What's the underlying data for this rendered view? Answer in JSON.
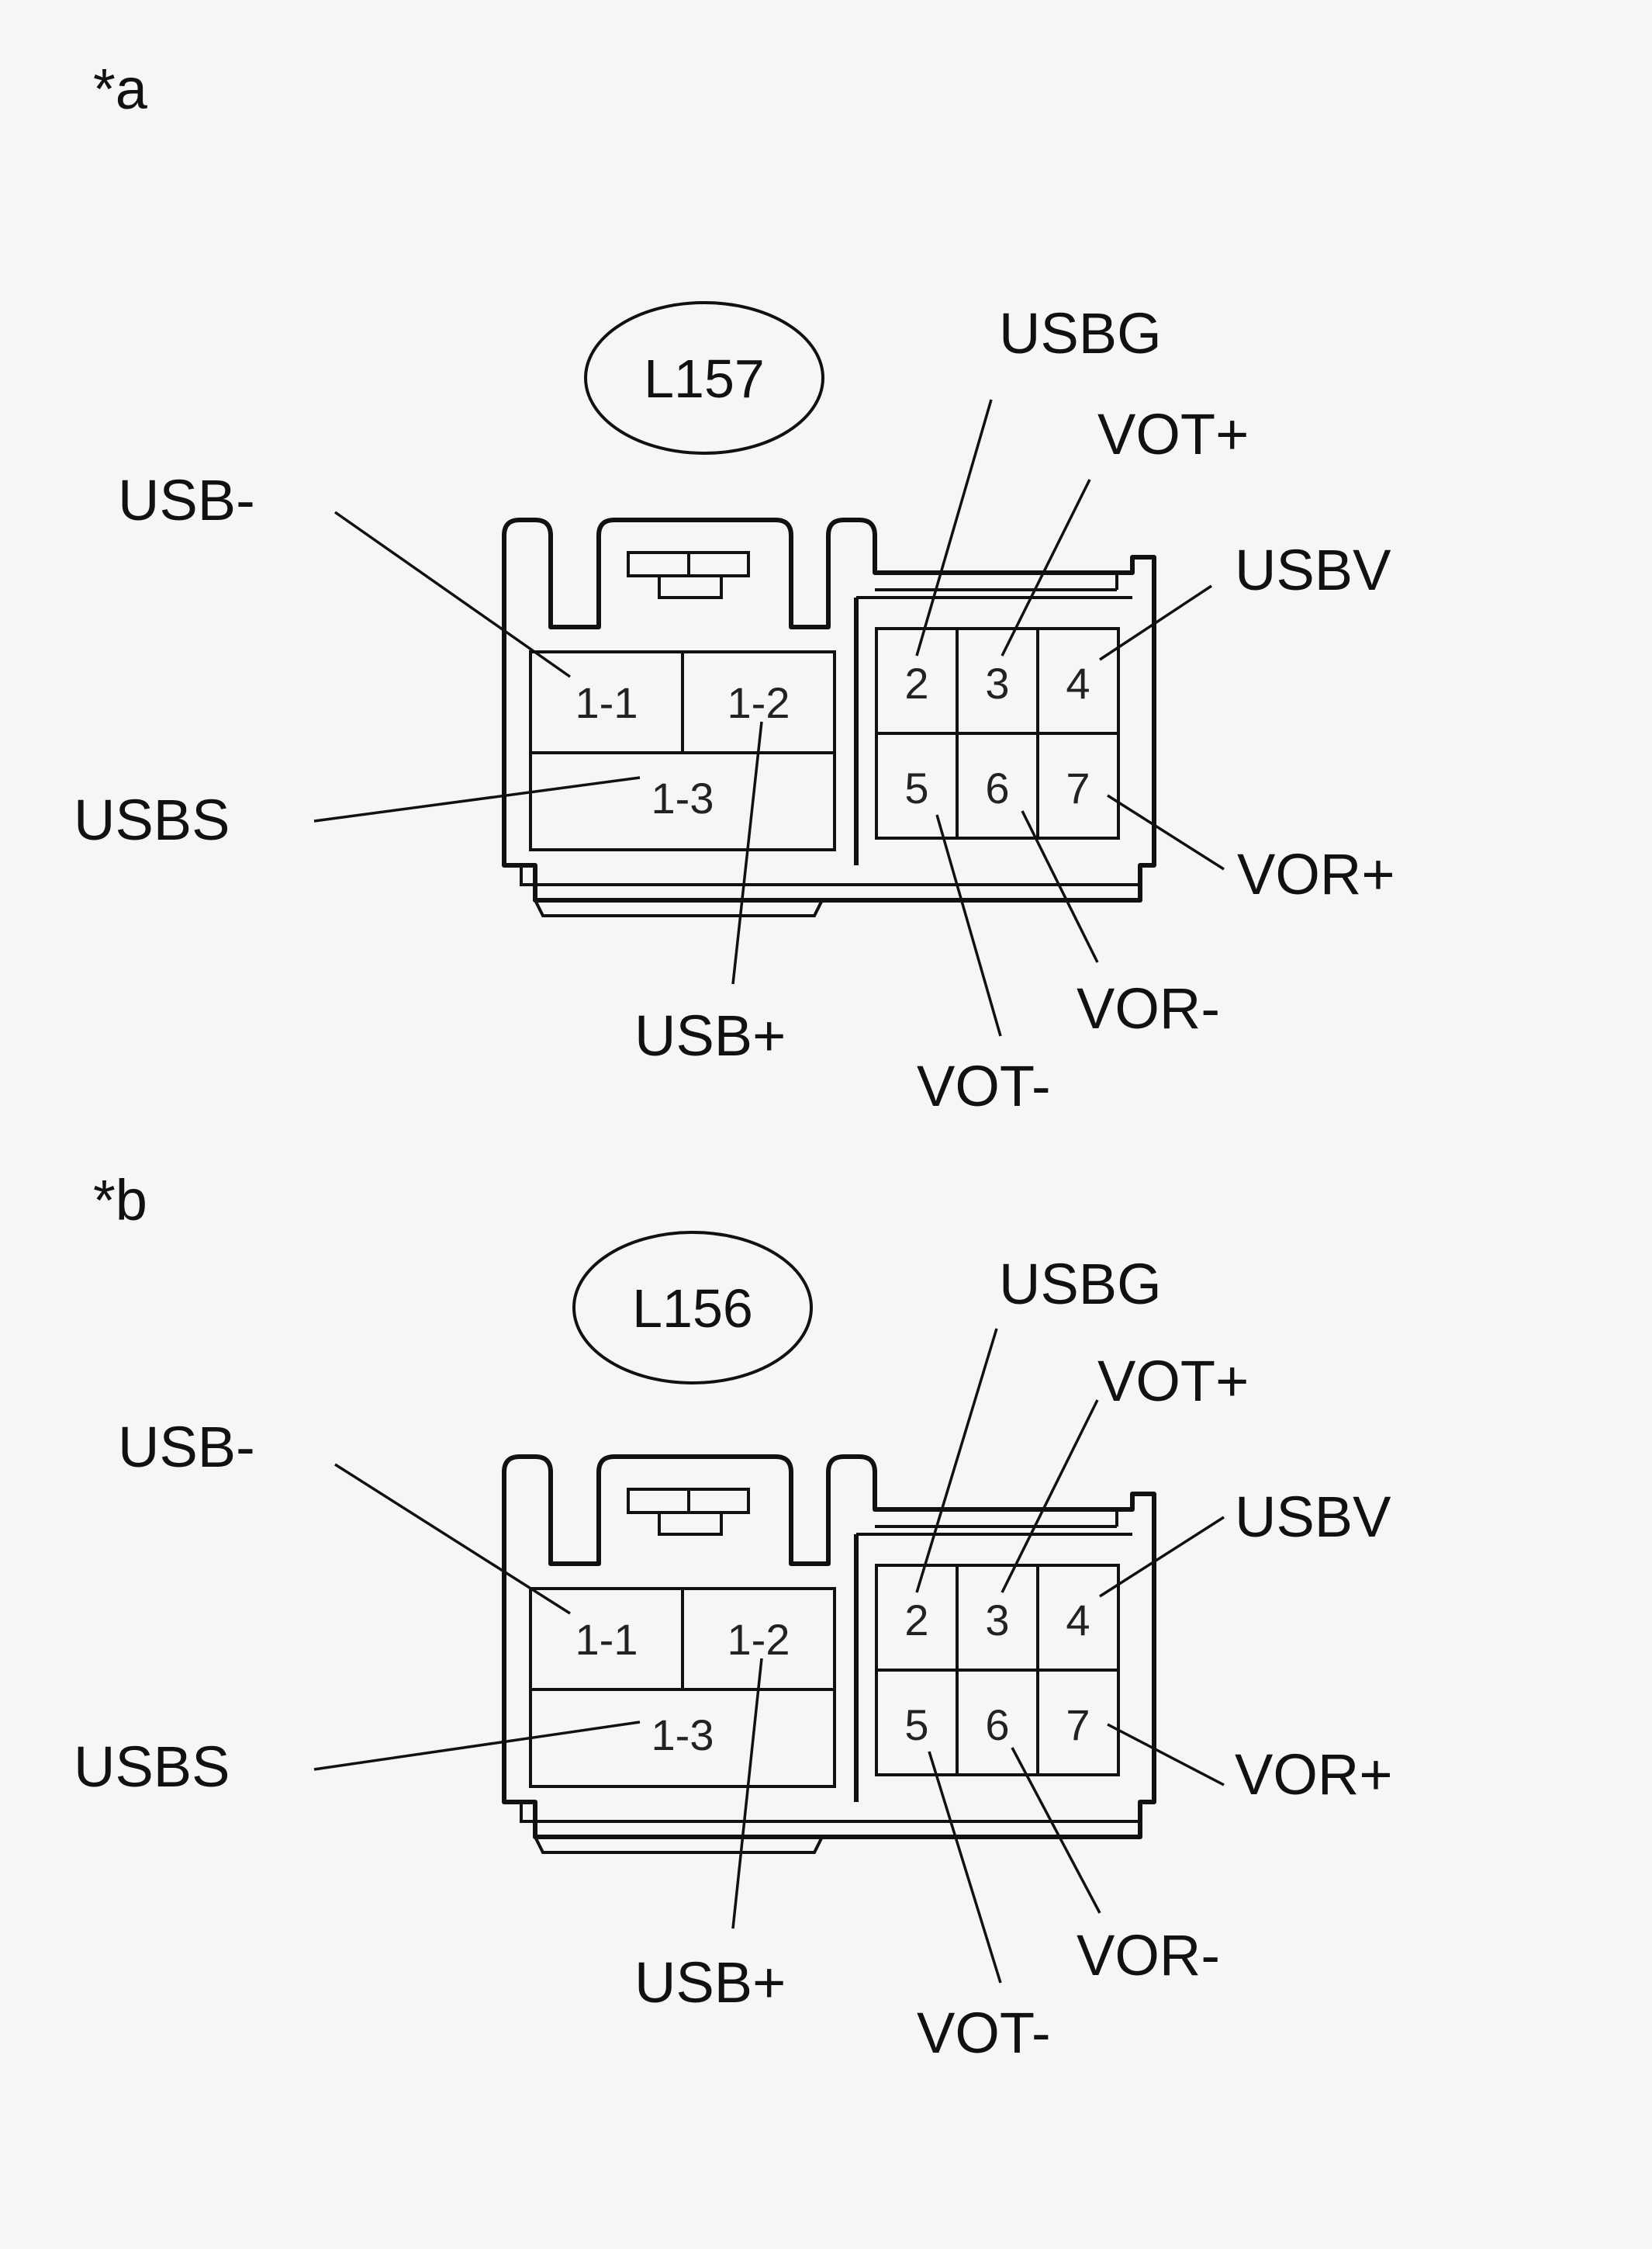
{
  "connectors": [
    {
      "tag": "*a",
      "id": "L157",
      "pins": {
        "p1_1": "1-1",
        "p1_2": "1-2",
        "p1_3": "1-3",
        "p2": "2",
        "p3": "3",
        "p4": "4",
        "p5": "5",
        "p6": "6",
        "p7": "7"
      },
      "labels": {
        "usb_minus": "USB-",
        "usbs": "USBS",
        "usb_plus": "USB+",
        "usbg": "USBG",
        "vot_plus": "VOT+",
        "usbv": "USBV",
        "vor_plus": "VOR+",
        "vor_minus": "VOR-",
        "vot_minus": "VOT-"
      }
    },
    {
      "tag": "*b",
      "id": "L156",
      "pins": {
        "p1_1": "1-1",
        "p1_2": "1-2",
        "p1_3": "1-3",
        "p2": "2",
        "p3": "3",
        "p4": "4",
        "p5": "5",
        "p6": "6",
        "p7": "7"
      },
      "labels": {
        "usb_minus": "USB-",
        "usbs": "USBS",
        "usb_plus": "USB+",
        "usbg": "USBG",
        "vot_plus": "VOT+",
        "usbv": "USBV",
        "vor_plus": "VOR+",
        "vor_minus": "VOR-",
        "vot_minus": "VOT-"
      }
    }
  ]
}
